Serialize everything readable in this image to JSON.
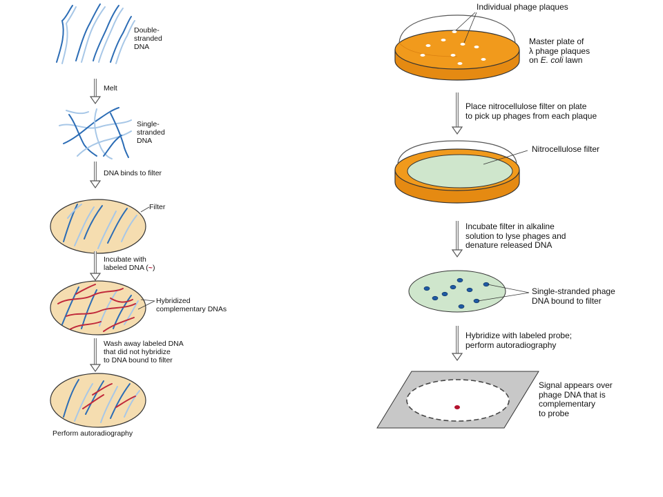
{
  "left_panel": {
    "step_dsdna": [
      "Double-",
      "stranded",
      "DNA"
    ],
    "arrow_melt": "Melt",
    "step_ssdna": [
      "Single-",
      "stranded",
      "DNA"
    ],
    "arrow_binds": "DNA binds to filter",
    "label_filter": "Filter",
    "arrow_incubate_line1": "Incubate with",
    "arrow_incubate_line2_pre": "labeled DNA (",
    "arrow_incubate_symbol": "~",
    "arrow_incubate_line2_post": ")",
    "label_hybridized": [
      "Hybridized",
      "complementary DNAs"
    ],
    "arrow_wash": [
      "Wash away labeled DNA",
      "that did not hybridize",
      "to DNA bound to filter"
    ],
    "caption_final": "Perform autoradiography"
  },
  "right_panel": {
    "label_plaques": "Individual phage plaques",
    "master_plate_line1": "Master plate of",
    "master_plate_line2": "λ phage plaques",
    "master_plate_line3_pre": "on ",
    "master_plate_line3_em": "E. coli",
    "master_plate_line3_post": " lawn",
    "arrow_place": [
      "Place nitrocellulose filter on plate",
      "to pick up phages from each plaque"
    ],
    "label_nitro": "Nitrocellulose filter",
    "arrow_alkaline": [
      "Incubate filter in alkaline",
      "solution to lyse phages and",
      "denature released DNA"
    ],
    "label_ssphage": [
      "Single-stranded phage",
      "DNA bound to filter"
    ],
    "arrow_hybridize": [
      "Hybridize with labeled probe;",
      "perform autoradiography"
    ],
    "label_signal": [
      "Signal appears over",
      "phage DNA that is",
      "complementary",
      "to probe"
    ]
  },
  "colors": {
    "dark_blue": "#2b6cb5",
    "light_blue": "#a7c7e7",
    "red_probe": "#c0283a",
    "filter_tan": "#f5ddb0",
    "plate_orange": "#f19a1c",
    "nitro_green": "#cfe6cc",
    "gray_sheet": "#c8c8c8"
  }
}
